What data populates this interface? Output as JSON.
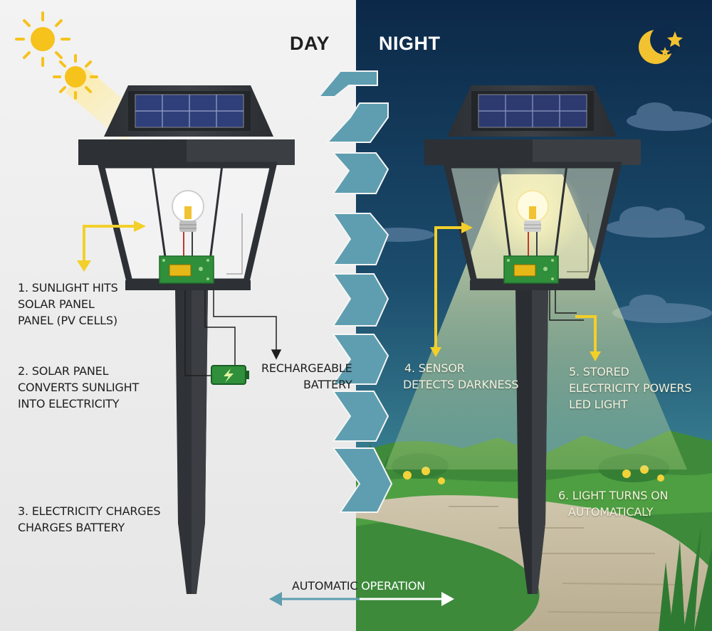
{
  "header": {
    "day": "DAY",
    "night": "NIGHT"
  },
  "steps": {
    "step1": [
      "1. SUNLIGHT HITS",
      "SOLAR PANEL",
      "PANEL (PV CELLS)"
    ],
    "step2": [
      "2. SOLAR PANEL",
      "CONVERTS SUNLIGHT",
      "INTO ELECTRICITY"
    ],
    "step3": [
      "3. ELECTRICITY CHARGES",
      "CHARGES BATTERY"
    ],
    "step4": [
      "4. SENSOR",
      "DETECTS DARKNESS"
    ],
    "step5": [
      "5. STORED",
      "ELECTRICITY POWERS",
      "LED LIGHT"
    ],
    "step6": [
      "6. LIGHT TURNS ON",
      "AUTOMATICALY"
    ]
  },
  "battery_label": [
    "RECHARGEABLE",
    "BATTERY"
  ],
  "footer": {
    "automatic_operation": "AUTOMATIC OPERATION"
  },
  "colors": {
    "day_bg": "#eeeeee",
    "night_sky_top": "#0d2a4c",
    "night_sky_bottom": "#2e6f88",
    "sun": "#f6c21c",
    "moon": "#f2c230",
    "callout_arrow": "#f3cf2a",
    "chevron": "#5e9eb0",
    "lamp_body": "#2e3134",
    "solar_cell": "#2f3f7a",
    "pcb": "#2f8f3a",
    "grass": "#4f9a3e",
    "path": "#cbbfa4"
  }
}
